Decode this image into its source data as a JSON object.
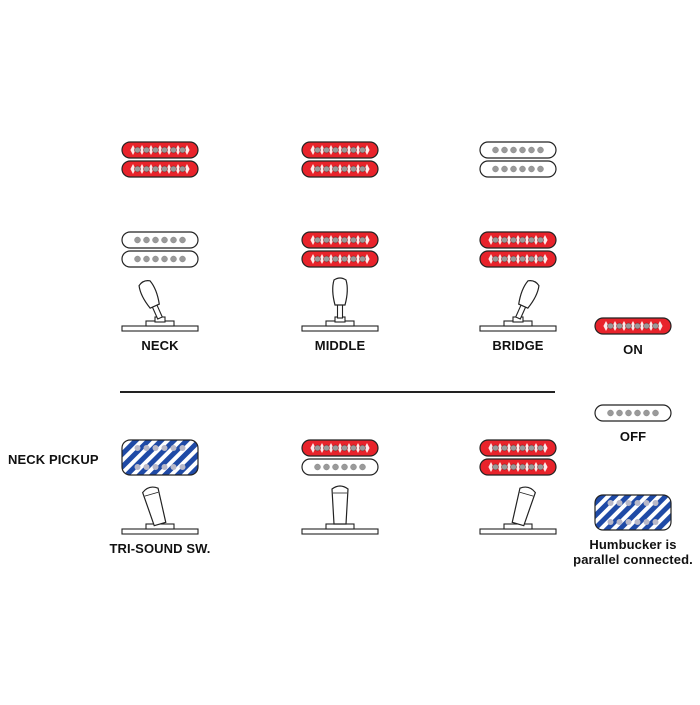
{
  "colors": {
    "on": "#e8232b",
    "off": "#ffffff",
    "parallel": "#1f4aa6",
    "pole": "#9a9a9a",
    "stroke": "#222222"
  },
  "top_row": {
    "positions": [
      {
        "label": "NECK",
        "pickup_upper": "on",
        "pickup_lower": "off",
        "lever": "left"
      },
      {
        "label": "MIDDLE",
        "pickup_upper": "on",
        "pickup_lower": "on",
        "lever": "center"
      },
      {
        "label": "BRIDGE",
        "pickup_upper": "off",
        "pickup_lower": "on",
        "lever": "right"
      }
    ]
  },
  "bottom_row": {
    "side_label": "NECK PICKUP",
    "positions": [
      {
        "label": "TRI-SOUND SW.",
        "pickup_type": "humbucker",
        "pickup_state": "parallel",
        "lever": "left"
      },
      {
        "label": "",
        "pickup_type": "pair",
        "upper": "on",
        "lower": "off",
        "lever": "center"
      },
      {
        "label": "",
        "pickup_type": "humbucker",
        "pickup_state": "on",
        "lever": "right"
      }
    ]
  },
  "legend": {
    "on_label": "ON",
    "off_label": "OFF",
    "parallel_label_1": "Humbucker is",
    "parallel_label_2": "parallel connected."
  }
}
